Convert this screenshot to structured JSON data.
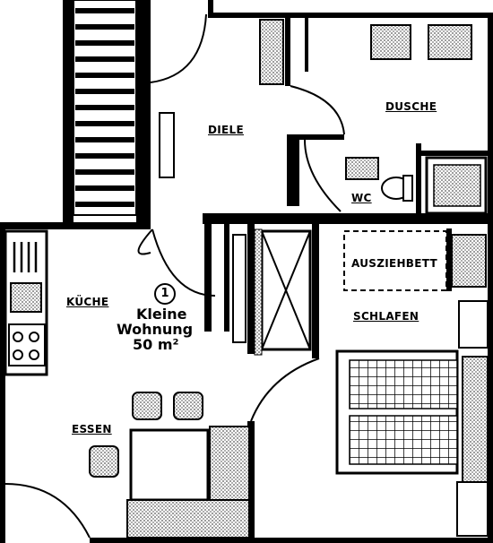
{
  "rooms": {
    "diele": "DIELE",
    "dusche": "DUSCHE",
    "wc": "WC",
    "ausziehbett": "AUSZIEHBETT",
    "schlafen": "SCHLAFEN",
    "kueche": "KÜCHE",
    "essen": "ESSEN"
  },
  "unit": {
    "number": "1",
    "name_line1": "Kleine",
    "name_line2": "Wohnung",
    "area": "50 m²"
  },
  "colors": {
    "wall": "#000000",
    "hatch": "#8a8a8a",
    "background": "#ffffff"
  }
}
